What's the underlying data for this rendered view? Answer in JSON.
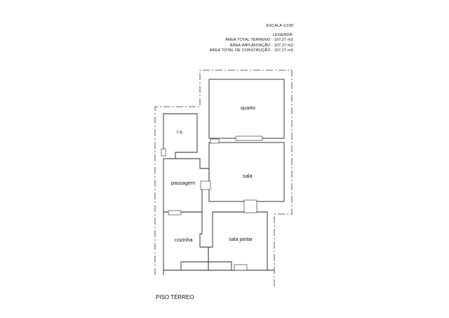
{
  "legend": {
    "scale": "ESCALA 1/100",
    "title": "LEGENDA:",
    "lines": [
      "ÁREA TOTAL TERRENO - 107,27 m2",
      "ÁREA IMPLANTAÇÃO - 107,27 m2",
      "ÁREA TOTAL DE CONSTRUÇÃO - 107,27 m2"
    ]
  },
  "rooms": {
    "quarto": "quarto",
    "is": "i.s.",
    "passagem": "passagem",
    "sala": "sala",
    "cozinha": "cozinha",
    "sala_jantar": "sala jantar"
  },
  "floor_title": "PISO TÉRREO"
}
